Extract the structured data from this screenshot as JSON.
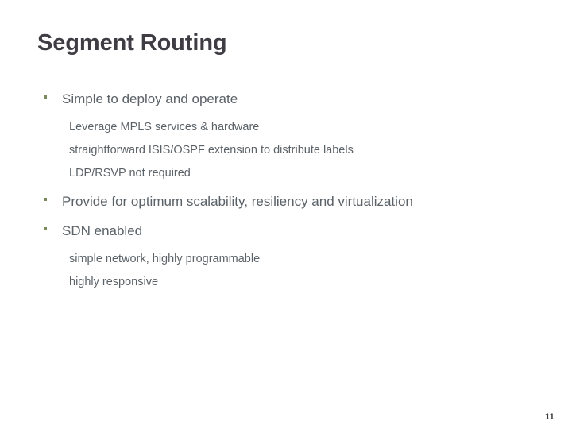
{
  "slide": {
    "title": "Segment Routing",
    "page_number": "11",
    "colors": {
      "background": "#ffffff",
      "title_text": "#403c44",
      "body_text": "#5a6167",
      "bullet_marker": "#7b8a5a",
      "page_number_text": "#3d3a42"
    }
  },
  "body": {
    "blocks": [
      {
        "level": 1,
        "bullet": "square-bullet-icon",
        "text": "Simple to deploy and operate"
      },
      {
        "level": 2,
        "text": "Leverage MPLS services & hardware"
      },
      {
        "level": 2,
        "text": "straightforward ISIS/OSPF extension to distribute labels"
      },
      {
        "level": 2,
        "text": "LDP/RSVP not required"
      },
      {
        "level": 1,
        "bullet": "square-bullet-icon",
        "text": "Provide for optimum scalability, resiliency and virtualization"
      },
      {
        "level": 1,
        "bullet": "square-bullet-icon",
        "text": "SDN enabled"
      },
      {
        "level": 2,
        "text": "simple network, highly programmable"
      },
      {
        "level": 2,
        "text": "highly responsive"
      }
    ]
  }
}
